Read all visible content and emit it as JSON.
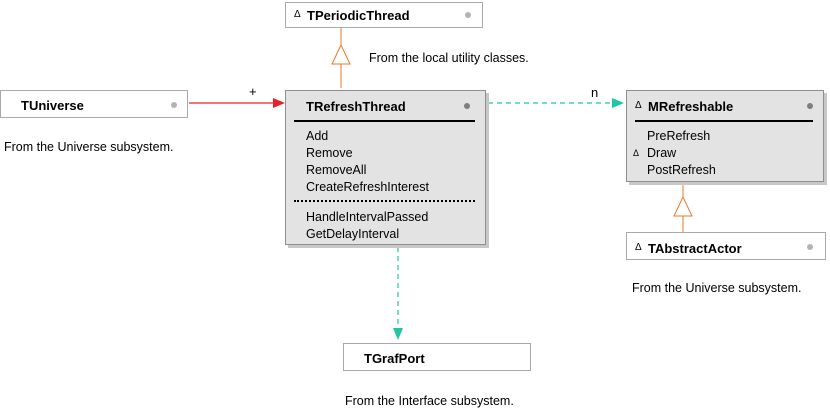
{
  "classes": {
    "periodic_thread": {
      "name": "TPeriodicThread",
      "marker": "Δ"
    },
    "universe": {
      "name": "TUniverse"
    },
    "refresh_thread": {
      "name": "TRefreshThread",
      "methods": [
        "Add",
        "Remove",
        "RemoveAll",
        "CreateRefreshInterest"
      ],
      "overrides": [
        "HandleIntervalPassed",
        "GetDelayInterval"
      ]
    },
    "refreshable": {
      "name": "MRefreshable",
      "marker": "Δ",
      "methods": [
        {
          "marker": "",
          "label": "PreRefresh"
        },
        {
          "marker": "Δ",
          "label": "Draw"
        },
        {
          "marker": "",
          "label": "PostRefresh"
        }
      ]
    },
    "abstract_actor": {
      "name": "TAbstractActor",
      "marker": "Δ"
    },
    "graf_port": {
      "name": "TGrafPort"
    }
  },
  "captions": {
    "local_utility": "From the local utility classes.",
    "universe_left": "From the Universe subsystem.",
    "universe_right": "From the Universe subsystem.",
    "interface": "From the Interface subsystem."
  },
  "multiplicities": {
    "universe_to_refresh": "+",
    "refresh_to_refreshable": "n"
  },
  "colors": {
    "inheritance": "#e87a2c",
    "association_plus": "#e8202a",
    "association_dashed": "#1fc7a5"
  }
}
